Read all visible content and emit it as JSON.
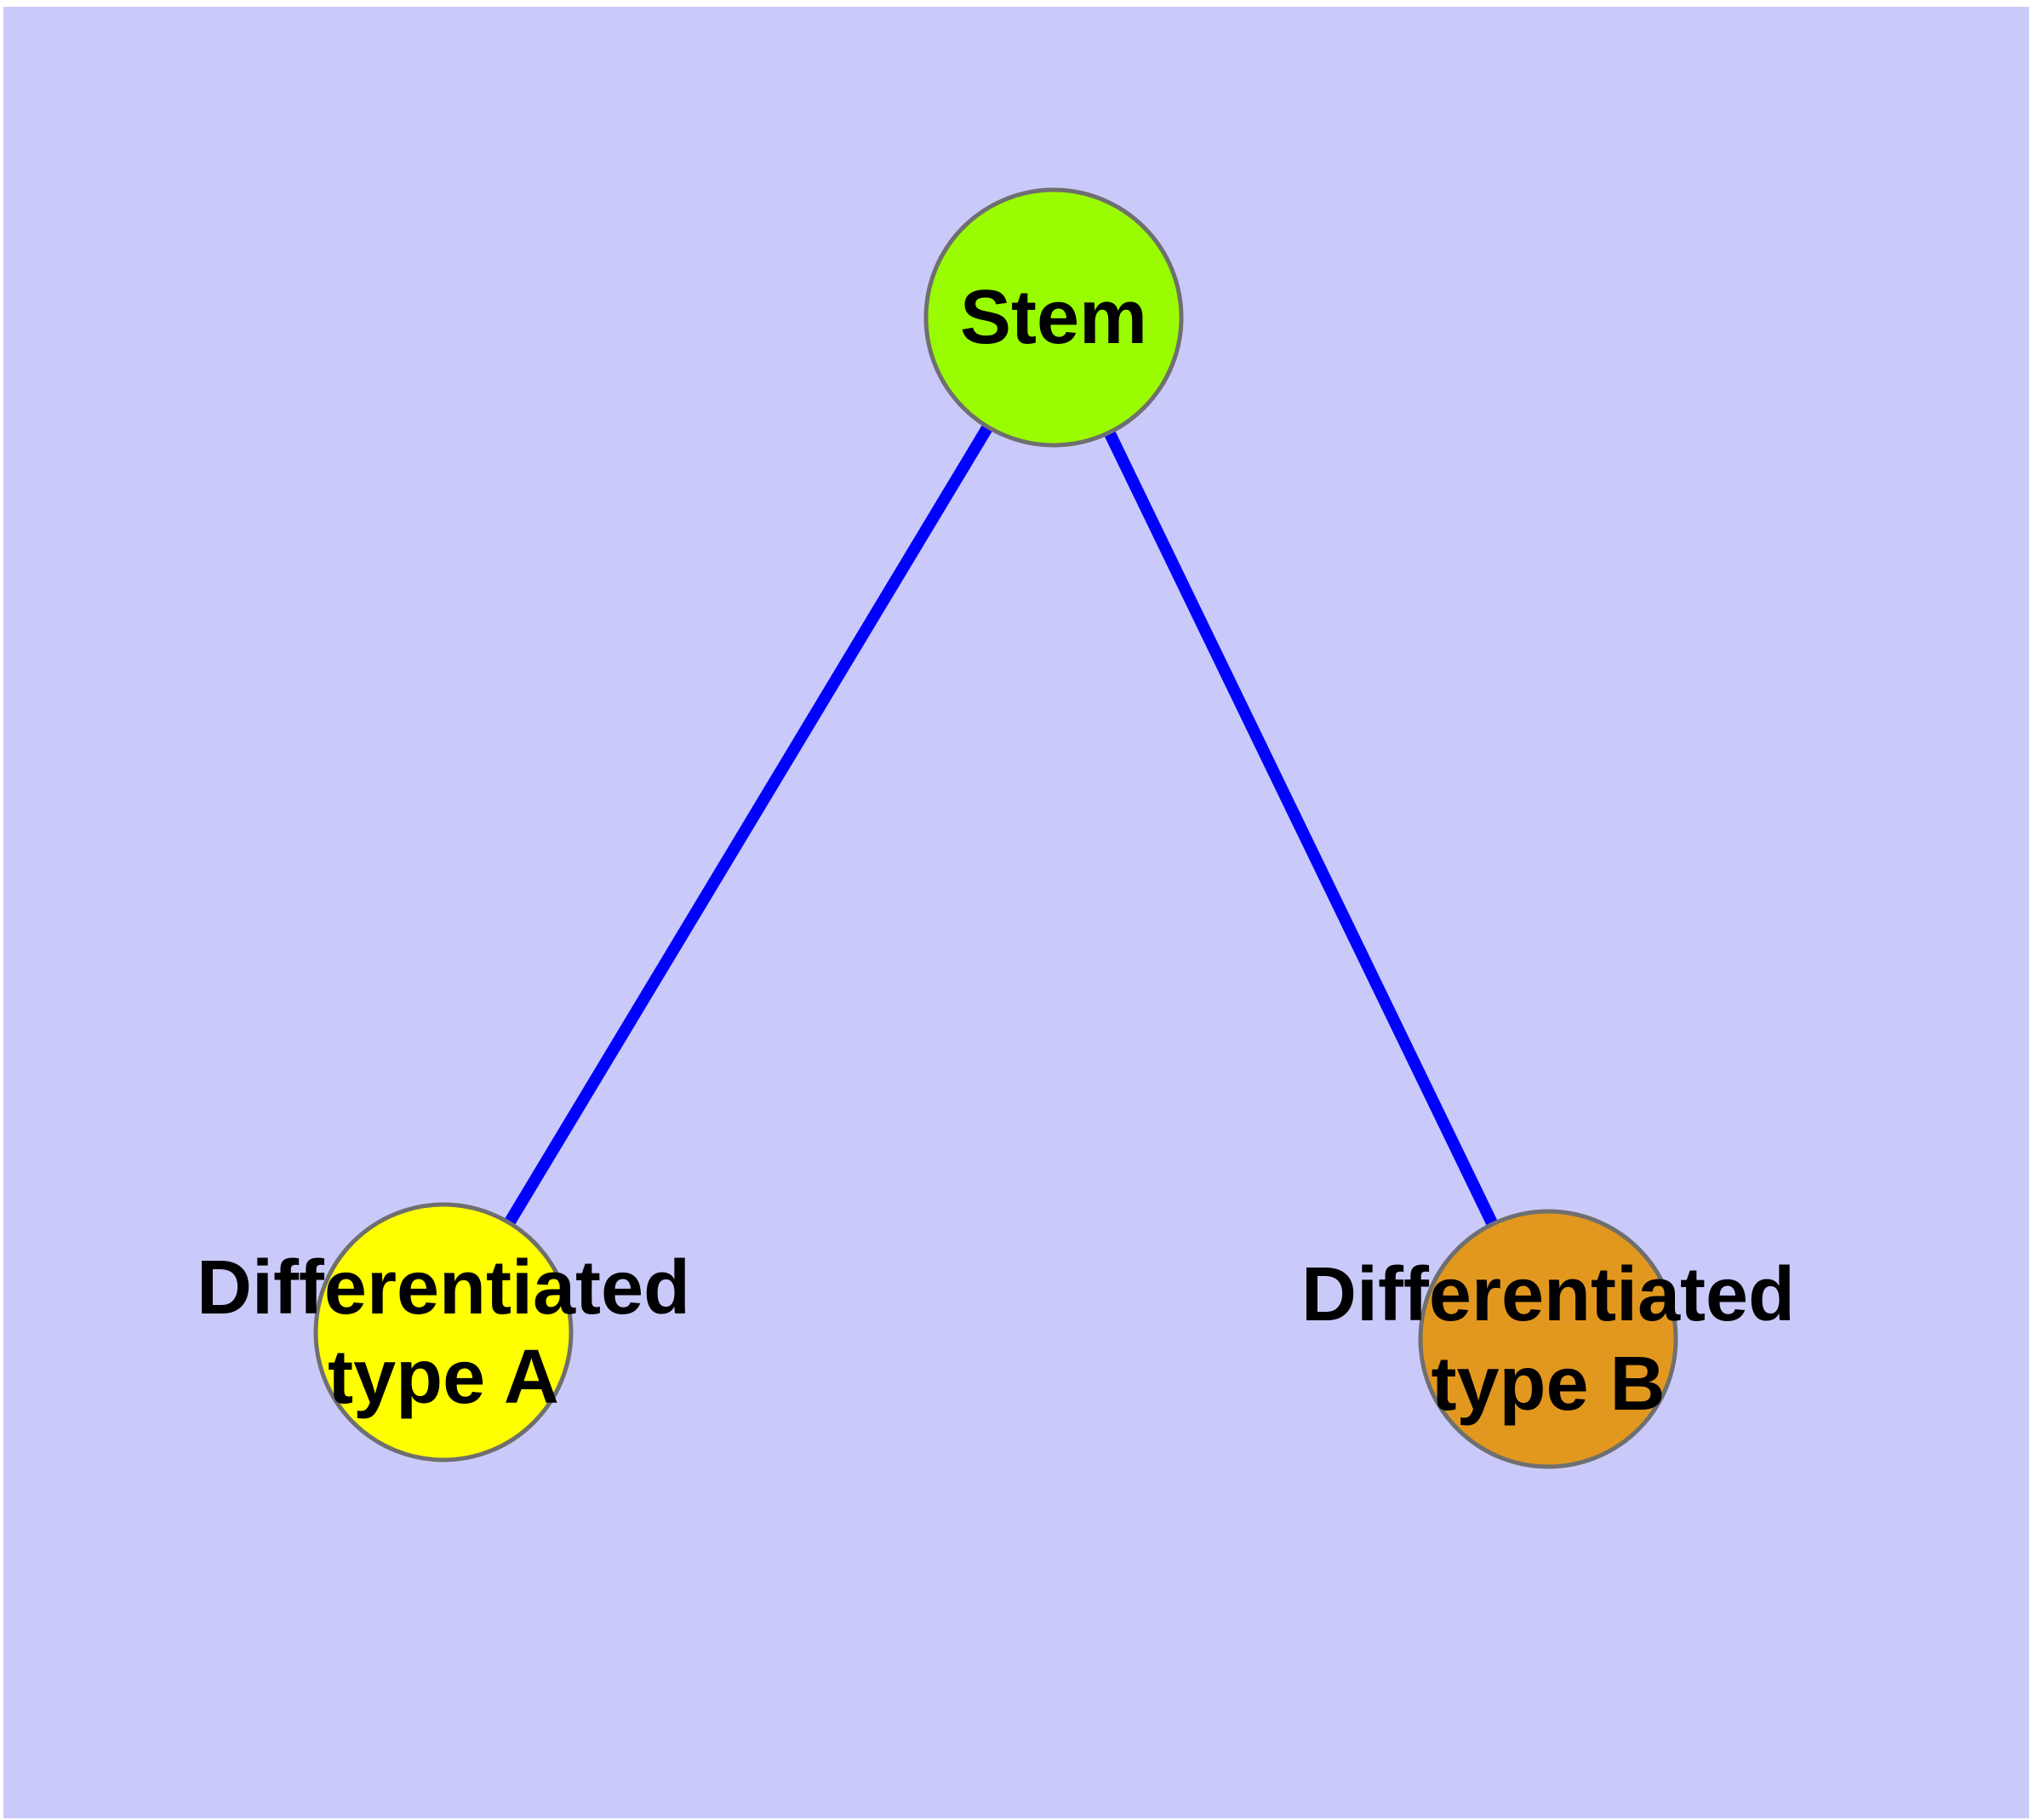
{
  "colors": {
    "page_margin": "#ffffff",
    "canvas_background": "#cacafa",
    "edge": "#0000ff",
    "node_border": "#6f6f6f",
    "node_stem_fill": "#99fc00",
    "node_type_a_fill": "#ffff00",
    "node_type_b_fill": "#e2981e",
    "label_text": "#000000"
  },
  "graph": {
    "nodes": [
      {
        "id": "stem",
        "label": "Stem",
        "line1": "Stem",
        "line2": ""
      },
      {
        "id": "differentiated-type-a",
        "label": "Differentiated type A",
        "line1": "Differentiated",
        "line2": "type A"
      },
      {
        "id": "differentiated-type-b",
        "label": "Differentiated type B",
        "line1": "Differentiated",
        "line2": "type B"
      }
    ],
    "edges": [
      {
        "from": "Stem",
        "to": "Differentiated type A"
      },
      {
        "from": "Stem",
        "to": "Differentiated type B"
      }
    ]
  }
}
